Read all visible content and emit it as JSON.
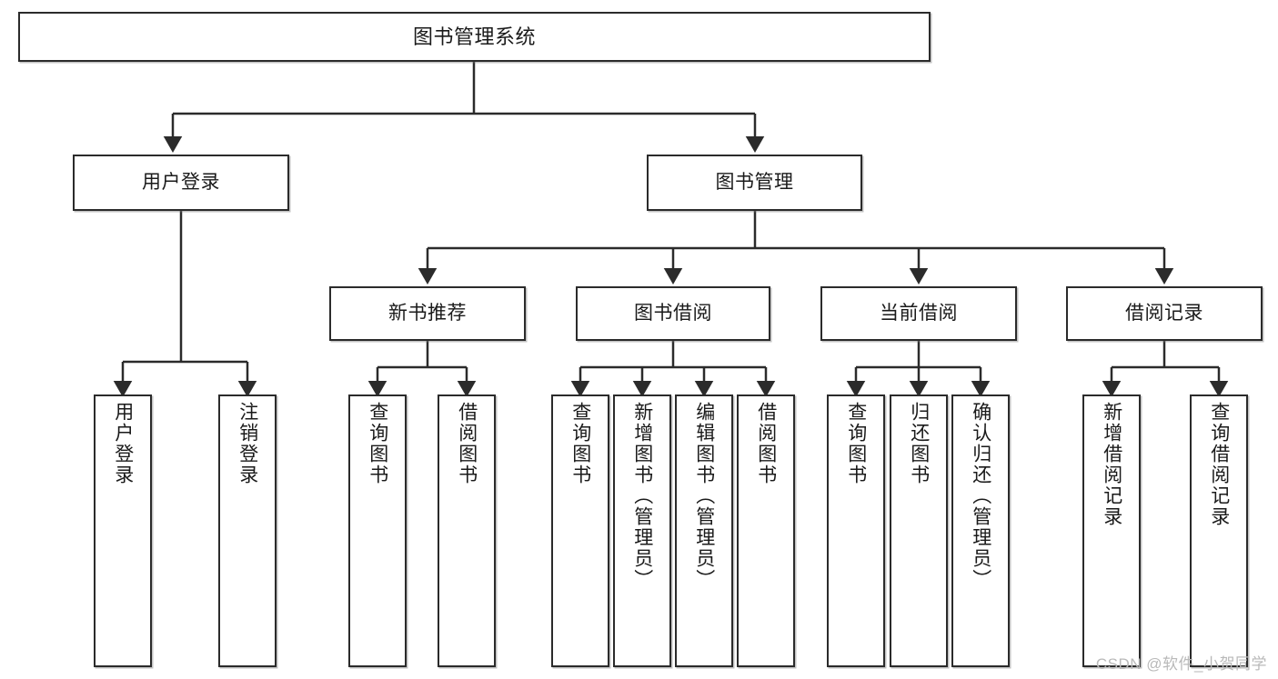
{
  "diagram": {
    "title": "图书管理系统",
    "watermark": "CSDN @软件_小贺同学",
    "colors": {
      "box_border": "#2b2b2b",
      "box_fill": "#ffffff",
      "edge": "#2b2b2b",
      "text": "#1a1a1a",
      "watermark": "#b9b9b9"
    },
    "root": {
      "label": "图书管理系统"
    },
    "level2": [
      {
        "label": "用户登录"
      },
      {
        "label": "图书管理"
      }
    ],
    "level3": [
      {
        "label": "新书推荐"
      },
      {
        "label": "图书借阅"
      },
      {
        "label": "当前借阅"
      },
      {
        "label": "借阅记录"
      }
    ],
    "leaves": {
      "user_login": [
        {
          "label": "用户登录"
        },
        {
          "label": "注销登录"
        }
      ],
      "new_book_recommend": [
        {
          "label": "查询图书"
        },
        {
          "label": "借阅图书"
        }
      ],
      "book_borrow": [
        {
          "label": "查询图书"
        },
        {
          "label": "新增图书（管理员）"
        },
        {
          "label": "编辑图书（管理员）"
        },
        {
          "label": "借阅图书"
        }
      ],
      "current_borrow": [
        {
          "label": "查询图书"
        },
        {
          "label": "归还图书"
        },
        {
          "label": "确认归还（管理员）"
        }
      ],
      "borrow_record": [
        {
          "label": "新增借阅记录"
        },
        {
          "label": "查询借阅记录"
        }
      ]
    }
  }
}
